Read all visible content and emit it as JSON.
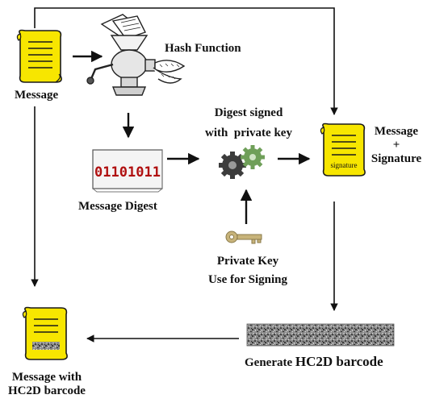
{
  "labels": {
    "message": "Message",
    "hash_function": "Hash Function",
    "message_digest": "Message Digest",
    "digest_bits": "01101011",
    "digest_signed_line1": "Digest signed",
    "digest_signed_line2": "with  private key",
    "private_key_line1": "Private Key",
    "private_key_line2": "Use for Signing",
    "message_signature_line1": "Message",
    "message_signature_line2": "+",
    "message_signature_line3": "Signature",
    "signature_tag": "signature",
    "generate_barcode_prefix": "Generate",
    "generate_barcode_rest": "HC2D barcode",
    "message_with_barcode_line1": "Message with",
    "message_with_barcode_line2": "HC2D barcode"
  },
  "colors": {
    "scroll_fill": "#f7e600",
    "scroll_stroke": "#1a1a1a",
    "digest_text": "#b01010",
    "arrow": "#111111",
    "barcode_dark": "#5a5a5a",
    "key": "#c7b37a",
    "gear_dark": "#3c3c3c",
    "gear_green": "#6f9f59"
  },
  "icons": {
    "message": "document-scroll-icon",
    "hash": "meat-grinder-icon",
    "digest": "digest-document-icon",
    "gears": "gears-icon",
    "key": "key-icon",
    "signed_message": "signed-scroll-icon",
    "barcode": "barcode-icon",
    "final_message": "barcode-scroll-icon"
  }
}
